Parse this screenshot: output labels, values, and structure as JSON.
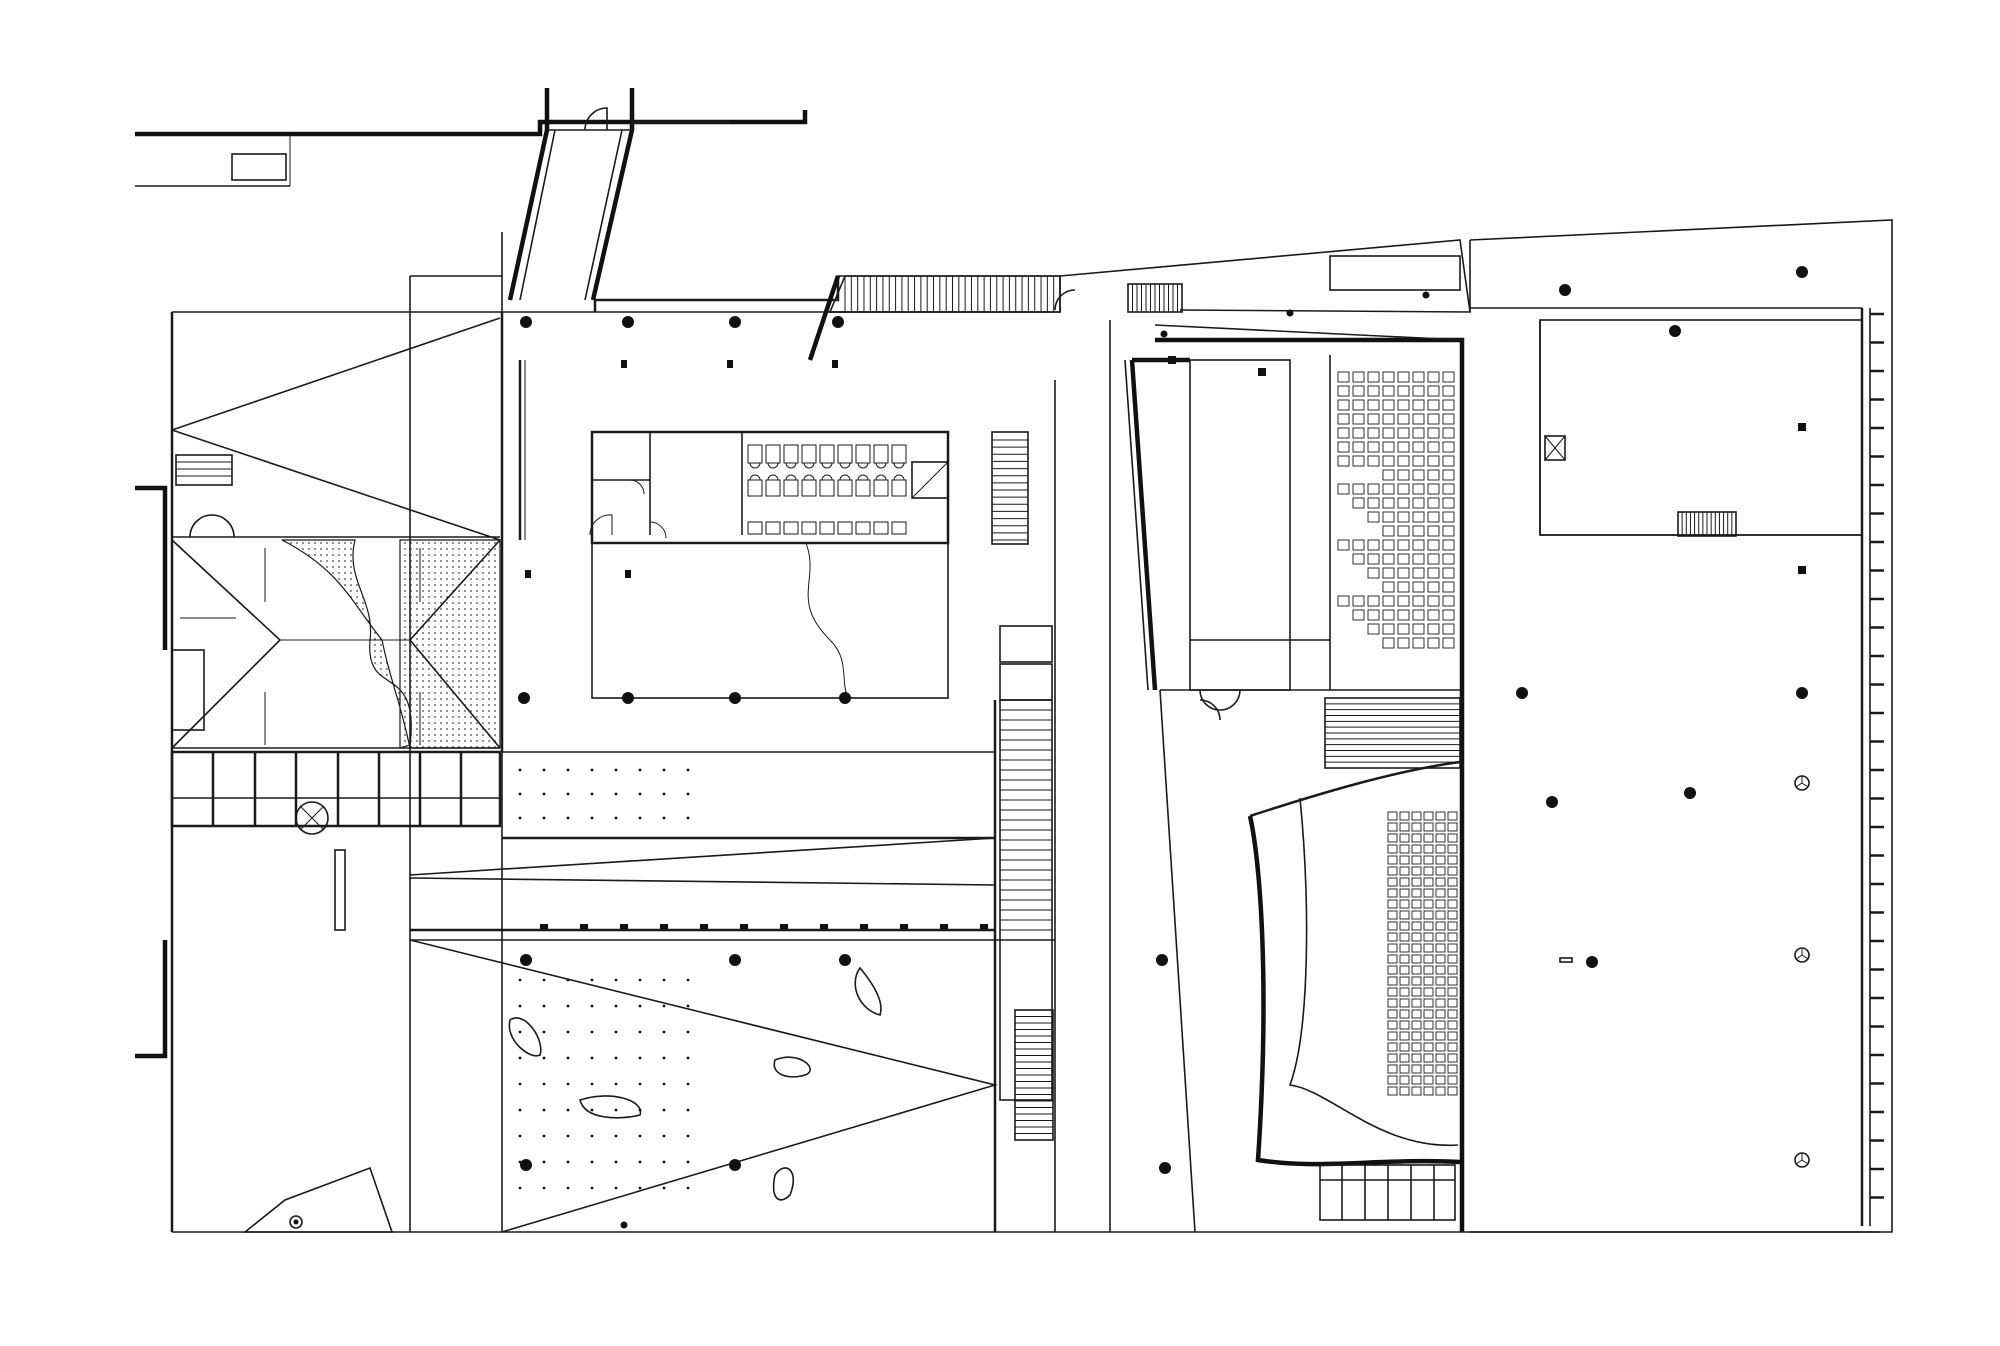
{
  "drawing": {
    "ink_color": "#111111",
    "paper_color": "#ffffff",
    "shaded_area_color": "#c9c9c9"
  },
  "seating": {
    "upper_rows": 20,
    "upper_seats_per_row": 8,
    "lower_rows": 26,
    "lower_seats_per_row": 6
  },
  "facade": {
    "fin_count": 32
  }
}
